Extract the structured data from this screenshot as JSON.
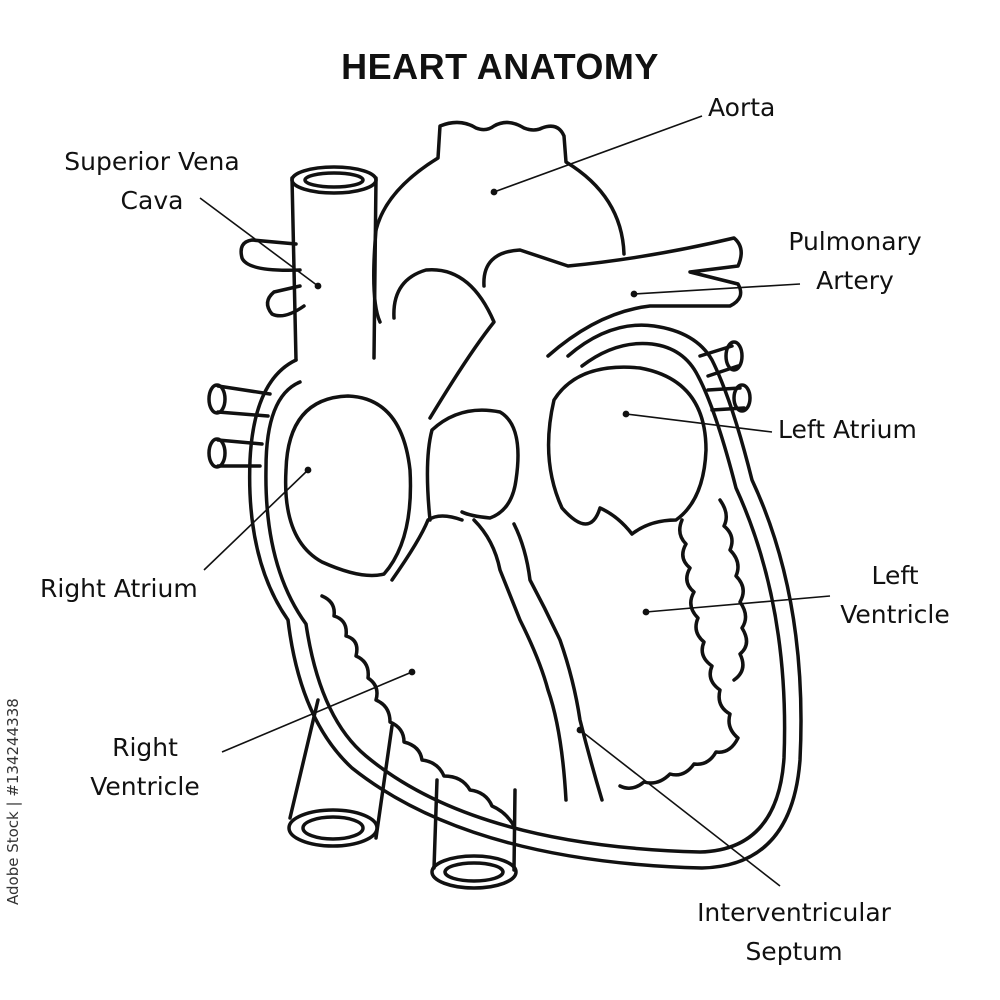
{
  "title": "HEART ANATOMY",
  "labels": {
    "aorta": [
      "Aorta"
    ],
    "superior_vena_cava": [
      "Superior Vena",
      "Cava"
    ],
    "pulmonary_artery": [
      "Pulmonary",
      "Artery"
    ],
    "left_atrium": [
      "Left Atrium"
    ],
    "right_atrium": [
      "Right Atrium"
    ],
    "left_ventricle": [
      "Left",
      "Ventricle"
    ],
    "right_ventricle": [
      "Right",
      "Ventricle"
    ],
    "interventricular_septum": [
      "Interventricular",
      "Septum"
    ]
  },
  "watermark": "Adobe Stock | #134244338",
  "colors": {
    "ink": "#111111",
    "background": "#ffffff"
  }
}
